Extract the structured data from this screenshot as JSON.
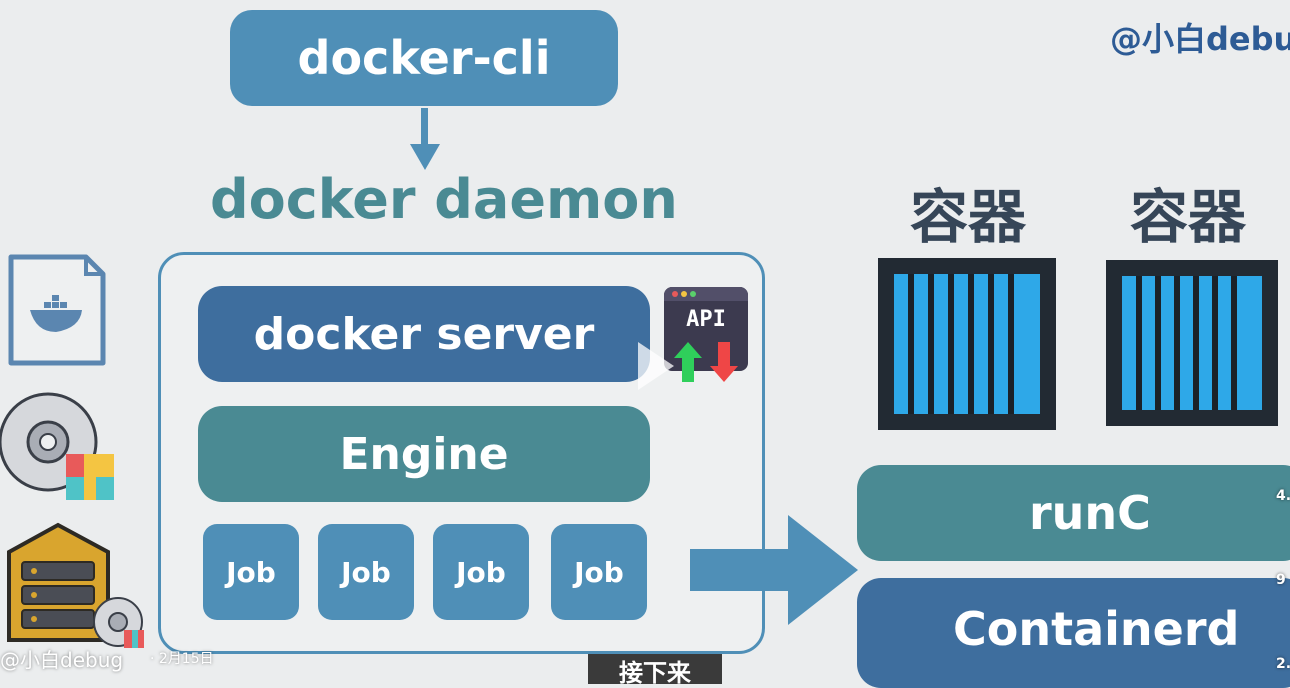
{
  "header": {
    "cli_label": "docker-cli",
    "daemon_title": "docker daemon",
    "watermark": "@小白debu"
  },
  "daemon": {
    "server_label": "docker server",
    "engine_label": "Engine",
    "api_label": "API",
    "jobs": [
      "Job",
      "Job",
      "Job",
      "Job"
    ]
  },
  "runtime": {
    "container_labels": [
      "容器",
      "容器"
    ],
    "runc_label": "runC",
    "containerd_label": "Containerd"
  },
  "overlay": {
    "author": "@小白debug",
    "date": "· 2月15日",
    "caption": "接下来",
    "side_counts": [
      "4.",
      "9",
      "2."
    ]
  },
  "colors": {
    "blue": "#4f8fb7",
    "dark_blue": "#3e6e9e",
    "teal": "#4a8a93",
    "container_fill": "#2ea8e8"
  },
  "icons": [
    "docker-file-icon",
    "disc-package-icon",
    "server-rack-icon",
    "api-window-icon",
    "play-icon"
  ]
}
